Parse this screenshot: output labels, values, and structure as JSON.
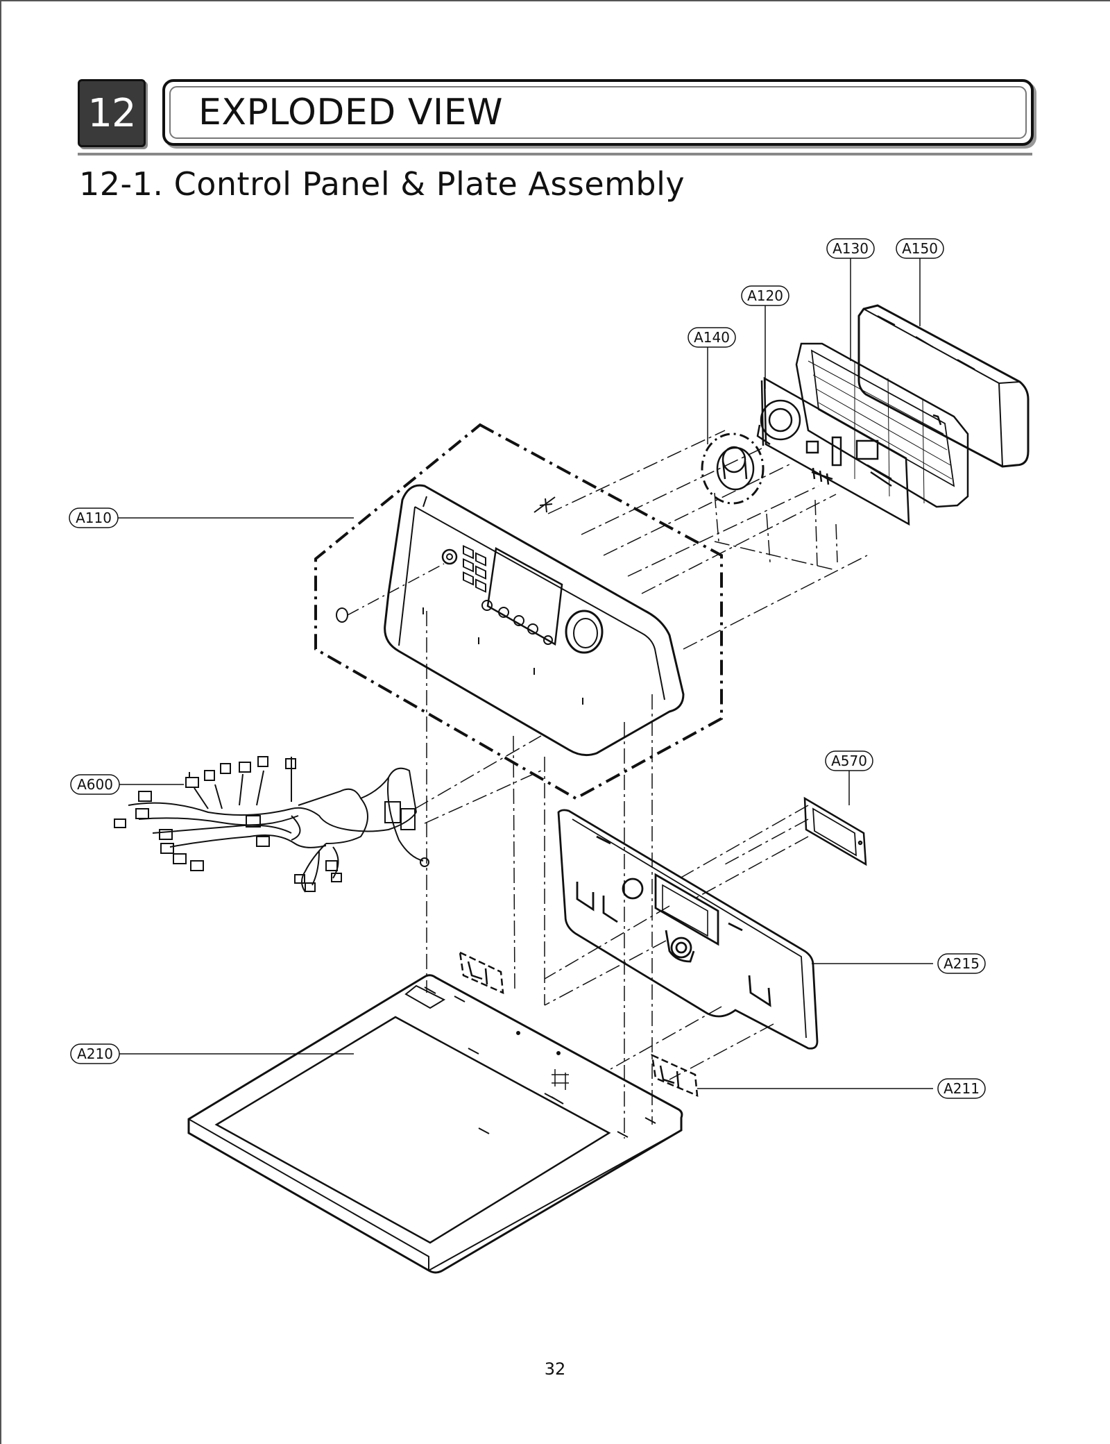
{
  "header": {
    "chapter_number": "12",
    "chapter_title": "EXPLODED VIEW",
    "section_title": "12-1. Control Panel & Plate Assembly"
  },
  "callouts": {
    "a110": "A110",
    "a120": "A120",
    "a130": "A130",
    "a140": "A140",
    "a150": "A150",
    "a210": "A210",
    "a211": "A211",
    "a215": "A215",
    "a570": "A570",
    "a600": "A600"
  },
  "footer": {
    "page_number": "32"
  }
}
